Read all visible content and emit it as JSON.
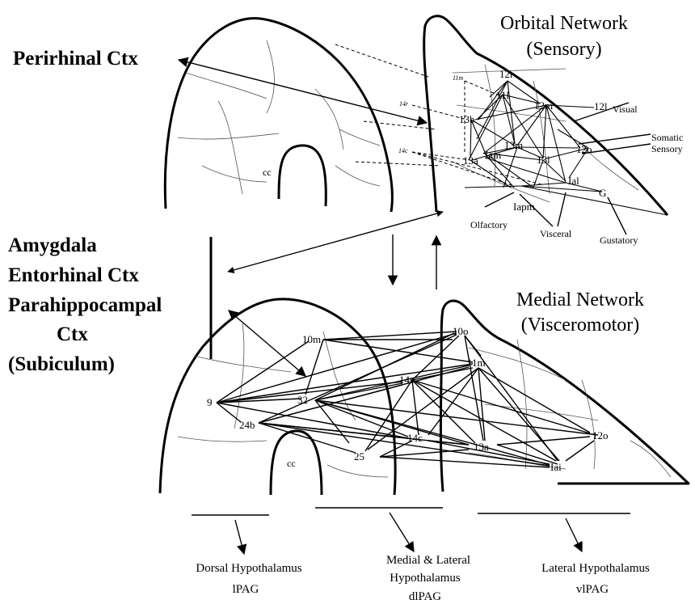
{
  "left_labels": {
    "perirhinal": "Perirhinal Ctx",
    "amygdala": "Amygdala",
    "entorhinal": "Entorhinal Ctx",
    "parahippocampal": "Parahippocampal",
    "ctx": "Ctx",
    "subiculum": "(Subiculum)"
  },
  "orbital": {
    "title": "Orbital Network",
    "subtitle": "(Sensory)",
    "areas": {
      "a12r": "12r",
      "a11l": "11l",
      "a12m": "12m",
      "a12l": "12l",
      "a13b": "13b",
      "a13m": "13m",
      "a12o": "12o",
      "a13l": "13l",
      "a13a": "13a",
      "iam": "Iam",
      "ial": "Ial",
      "iapm": "Iapm",
      "g": "G",
      "a11m": "11m",
      "a14r": "14r",
      "a14c": "14c",
      "cc": "cc"
    },
    "inputs": {
      "visual": "Visual",
      "somatic": "Somatic",
      "sensory": "Sensory",
      "olfactory": "Olfactory",
      "visceral": "Visceral",
      "gustatory": "Gustatory"
    }
  },
  "medial": {
    "title": "Medial Network",
    "subtitle": "(Visceromotor)",
    "areas": {
      "a10m": "10m",
      "a10o": "10o",
      "a11m": "11m",
      "a14r": "14r",
      "a9": "9",
      "a32": "32",
      "a24b": "24b",
      "a14c": "14c",
      "a13a": "13a",
      "a12o": "12o",
      "a25": "25",
      "iai": "Iai",
      "cc": "cc"
    }
  },
  "outputs": {
    "dorsal": {
      "line1": "Dorsal Hypothalamus",
      "line2": "lPAG"
    },
    "medial": {
      "line1": "Medial & Lateral",
      "line2": "Hypothalamus",
      "line3": "dlPAG"
    },
    "lateral": {
      "line1": "Lateral Hypothalamus",
      "line2": "vlPAG"
    }
  }
}
